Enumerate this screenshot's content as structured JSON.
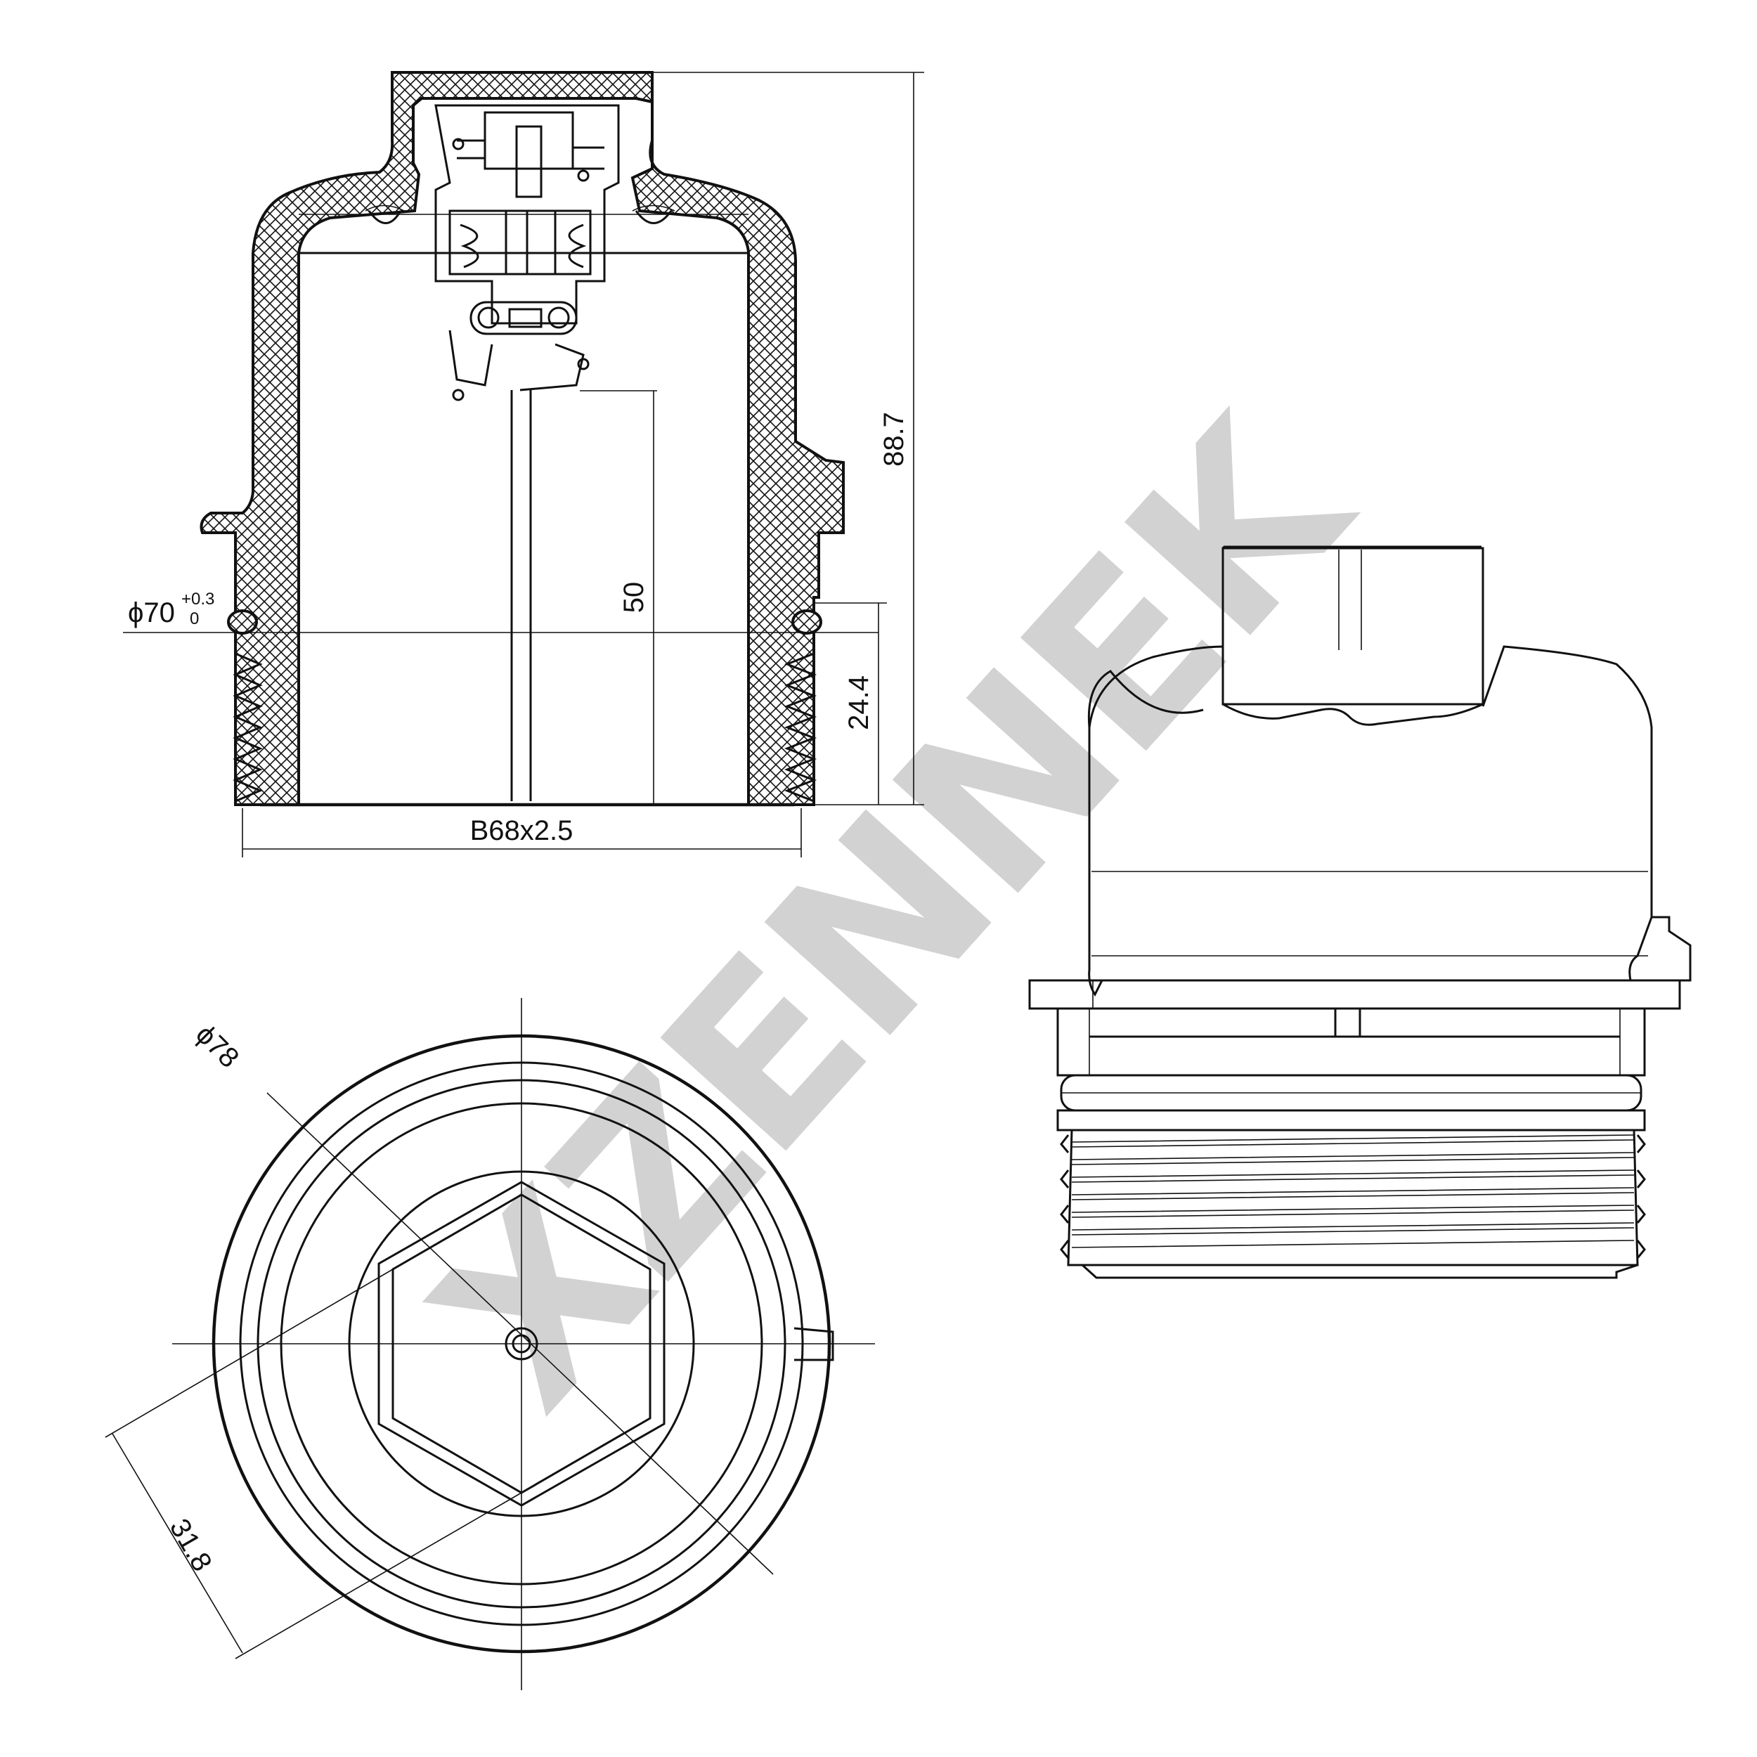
{
  "watermark": {
    "text": "XZENNEK",
    "color": "#d2d2d2"
  },
  "section_view": {
    "dimensions": {
      "overall_height": "88.7",
      "inner_depth": "50",
      "thread_height": "24.4",
      "thread_spec": "B68x2.5",
      "seal_diameter": "ϕ70",
      "seal_tolerance_upper": "+0.3",
      "seal_tolerance_lower": "0"
    }
  },
  "top_view": {
    "dimensions": {
      "outer_diameter": "ϕ78",
      "hex_size": "31.8"
    }
  },
  "side_view": {}
}
